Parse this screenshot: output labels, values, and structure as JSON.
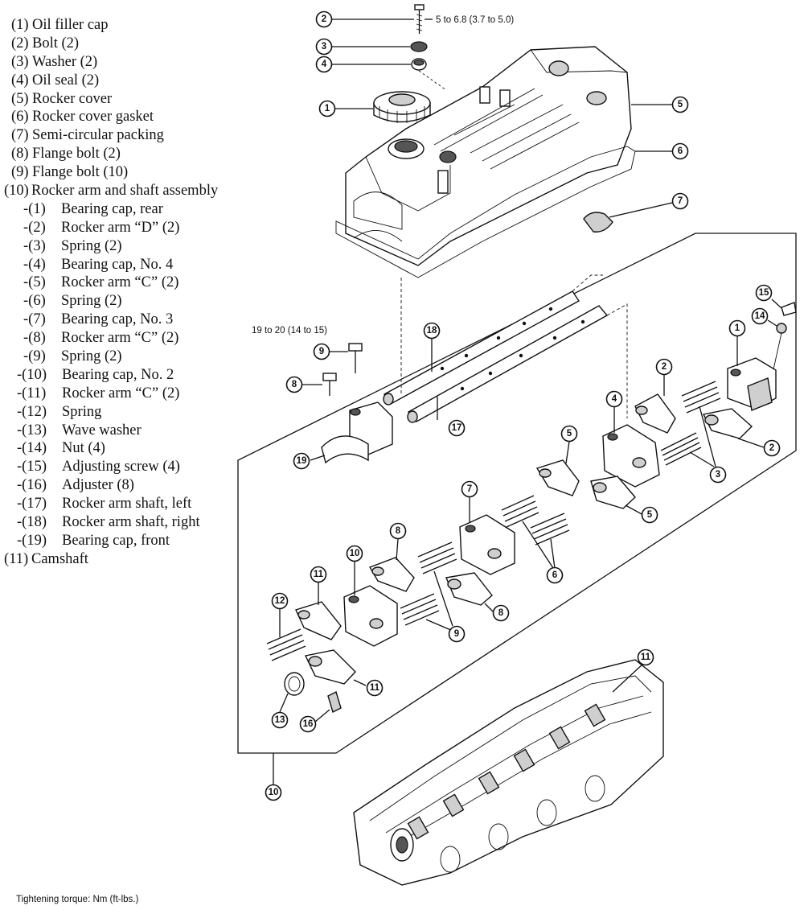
{
  "legend": [
    {
      "num": "(1)",
      "text": "Oil filler cap",
      "indent": false
    },
    {
      "num": "(2)",
      "text": "Bolt (2)",
      "indent": false
    },
    {
      "num": "(3)",
      "text": "Washer (2)",
      "indent": false
    },
    {
      "num": "(4)",
      "text": "Oil seal (2)",
      "indent": false
    },
    {
      "num": "(5)",
      "text": "Rocker cover",
      "indent": false
    },
    {
      "num": "(6)",
      "text": "Rocker cover gasket",
      "indent": false
    },
    {
      "num": "(7)",
      "text": "Semi-circular packing",
      "indent": false
    },
    {
      "num": "(8)",
      "text": "Flange bolt (2)",
      "indent": false
    },
    {
      "num": "(9)",
      "text": "Flange bolt (10)",
      "indent": false
    },
    {
      "num": "(10)",
      "text": "Rocker arm and shaft assembly",
      "indent": false
    },
    {
      "num": "-(1)",
      "text": "Bearing cap, rear",
      "indent": true
    },
    {
      "num": "-(2)",
      "text": "Rocker arm “D” (2)",
      "indent": true
    },
    {
      "num": "-(3)",
      "text": "Spring (2)",
      "indent": true
    },
    {
      "num": "-(4)",
      "text": "Bearing cap, No. 4",
      "indent": true
    },
    {
      "num": "-(5)",
      "text": "Rocker arm “C” (2)",
      "indent": true
    },
    {
      "num": "-(6)",
      "text": "Spring (2)",
      "indent": true
    },
    {
      "num": "-(7)",
      "text": "Bearing cap, No. 3",
      "indent": true
    },
    {
      "num": "-(8)",
      "text": "Rocker arm “C” (2)",
      "indent": true
    },
    {
      "num": "-(9)",
      "text": "Spring (2)",
      "indent": true
    },
    {
      "num": "-(10)",
      "text": "Bearing cap, No. 2",
      "indent": true
    },
    {
      "num": "-(11)",
      "text": "Rocker arm “C” (2)",
      "indent": true
    },
    {
      "num": "-(12)",
      "text": "Spring",
      "indent": true
    },
    {
      "num": "-(13)",
      "text": "Wave washer",
      "indent": true
    },
    {
      "num": "-(14)",
      "text": "Nut (4)",
      "indent": true
    },
    {
      "num": "-(15)",
      "text": "Adjusting screw (4)",
      "indent": true
    },
    {
      "num": "-(16)",
      "text": "Adjuster (8)",
      "indent": true
    },
    {
      "num": "-(17)",
      "text": "Rocker arm shaft, left",
      "indent": true
    },
    {
      "num": "-(18)",
      "text": "Rocker arm shaft, right",
      "indent": true
    },
    {
      "num": "-(19)",
      "text": "Bearing cap, front",
      "indent": true
    },
    {
      "num": "(11)",
      "text": "Camshaft",
      "indent": false
    }
  ],
  "torque_bolt2": "5 to 6.8 (3.7 to 5.0)",
  "torque_bolt9": "19 to 20 (14 to 15)",
  "footer": "Tightening torque: Nm (ft-lbs.)",
  "callouts": {
    "bolt": "2",
    "washer": "3",
    "oil_seal": "4",
    "filler_cap": "1",
    "rocker_cover": "5",
    "gasket": "6",
    "packing": "7",
    "shaft_right": "18",
    "flange_bolt10": "9",
    "flange_bolt2": "8",
    "front_cap": "19",
    "shaft_left": "17",
    "adj_screw": "15",
    "nut": "14",
    "rear_cap": "1",
    "arm_d_top": "2",
    "arm_d_right": "2",
    "cap4": "4",
    "springs3": "3",
    "arm_c5_top": "5",
    "arm_c5_lower": "5",
    "springs6": "6",
    "cap3": "7",
    "arm_c8_top": "8",
    "arm_c8_lower": "8",
    "springs9": "9",
    "cap2": "10",
    "arm_c11_top": "11",
    "arm_c11_lower": "11",
    "spring12": "12",
    "wave_washer": "13",
    "adjuster": "16",
    "assembly": "10",
    "camshaft": "11"
  }
}
